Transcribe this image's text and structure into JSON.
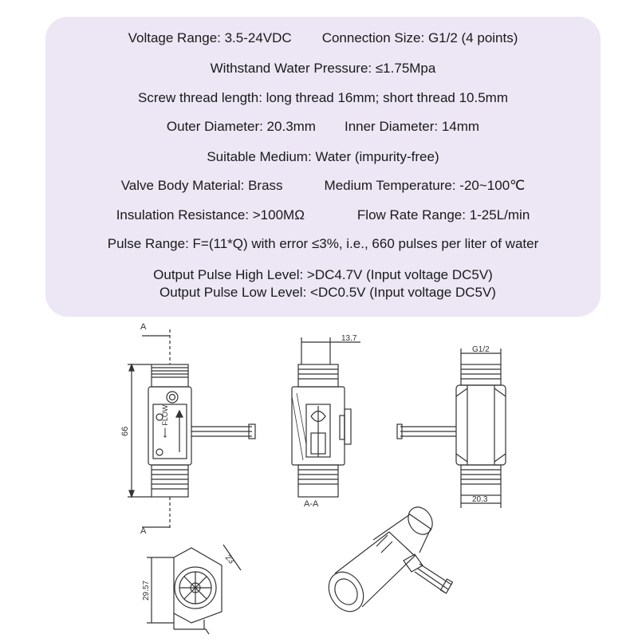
{
  "specs": {
    "voltage_range": "Voltage Range: 3.5-24VDC",
    "connection_size": "Connection Size: G1/2 (4 points)",
    "withstand_pressure": "Withstand Water Pressure: ≤1.75Mpa",
    "screw_thread": "Screw thread length: long thread 16mm; short thread 10.5mm",
    "outer_diameter": "Outer Diameter: 20.3mm",
    "inner_diameter": "Inner Diameter: 14mm",
    "suitable_medium": "Suitable Medium: Water (impurity-free)",
    "body_material": "Valve Body Material: Brass",
    "medium_temperature": "Medium Temperature: -20~100℃",
    "insulation_resistance": "Insulation Resistance: >100MΩ",
    "flow_rate_range": "Flow Rate Range: 1-25L/min",
    "pulse_range": "Pulse Range: F=(11*Q) with error ≤3%, i.e., 660 pulses per liter of water",
    "output_high": "Output Pulse High Level: >DC4.7V (Input voltage DC5V)",
    "output_low": "Output Pulse Low Level: <DC0.5V (Input voltage DC5V)"
  },
  "drawing": {
    "section_mark_top": "A",
    "section_mark_bottom": "A",
    "height_dim": "66",
    "width_dim_side": "13.7",
    "section_label": "A-A",
    "thread_label": "G1/2",
    "outer_dim": "20.3",
    "diag_dim": "23",
    "end_height_dim": "29.57"
  },
  "colors": {
    "panel_bg": "#ece6f5",
    "line": "#333333"
  }
}
